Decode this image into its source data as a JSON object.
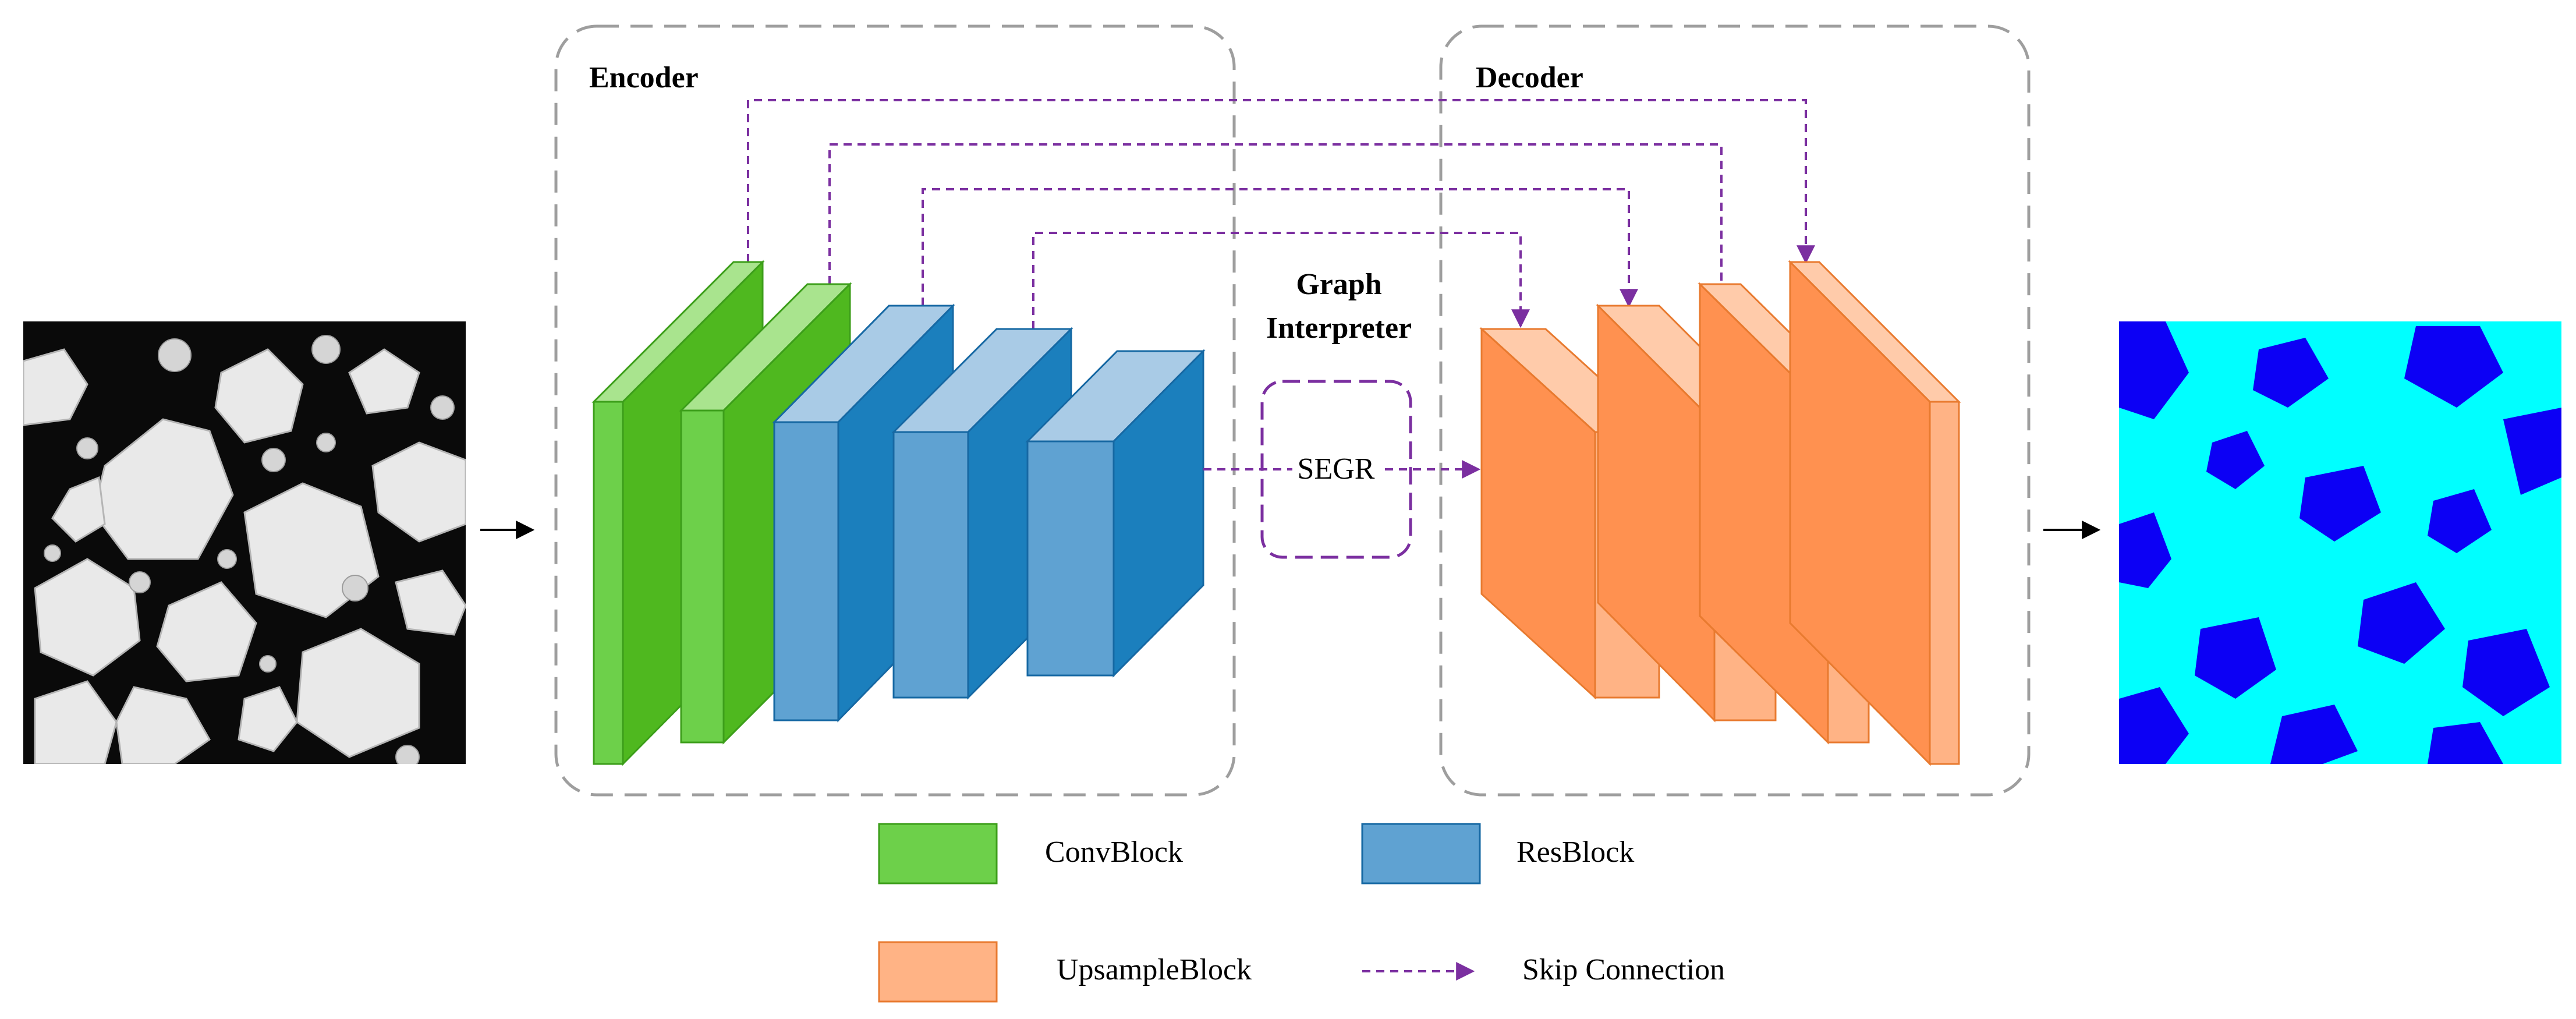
{
  "encoder": {
    "title": "Encoder"
  },
  "decoder": {
    "title": "Decoder"
  },
  "interpreter": {
    "title_line1": "Graph",
    "title_line2": "Interpreter",
    "module_label": "SEGR"
  },
  "legend": {
    "conv": "ConvBlock",
    "res": "ResBlock",
    "upsample": "UpsampleBlock",
    "skip": "Skip Connection"
  },
  "colors": {
    "conv_front": "#6DD04A",
    "conv_side": "#4FB81F",
    "conv_top": "#A9E48E",
    "res_front": "#5FA2D2",
    "res_side": "#1B7FBD",
    "res_top": "#A9CBE6",
    "up_front": "#FF9150",
    "up_side": "#FFB385",
    "up_top": "#FFCBAA",
    "skip": "#7B2FA0",
    "dashed_box": "#9E9E9E",
    "ice": "#E9E9E9",
    "water": "#0A0A0A",
    "mask_ice": "#00FFFF",
    "mask_water": "#0C00F5"
  },
  "icons": {
    "input_image": "sea-ice-photo",
    "output_image": "segmentation-mask",
    "arrow": "right-arrow-icon"
  }
}
